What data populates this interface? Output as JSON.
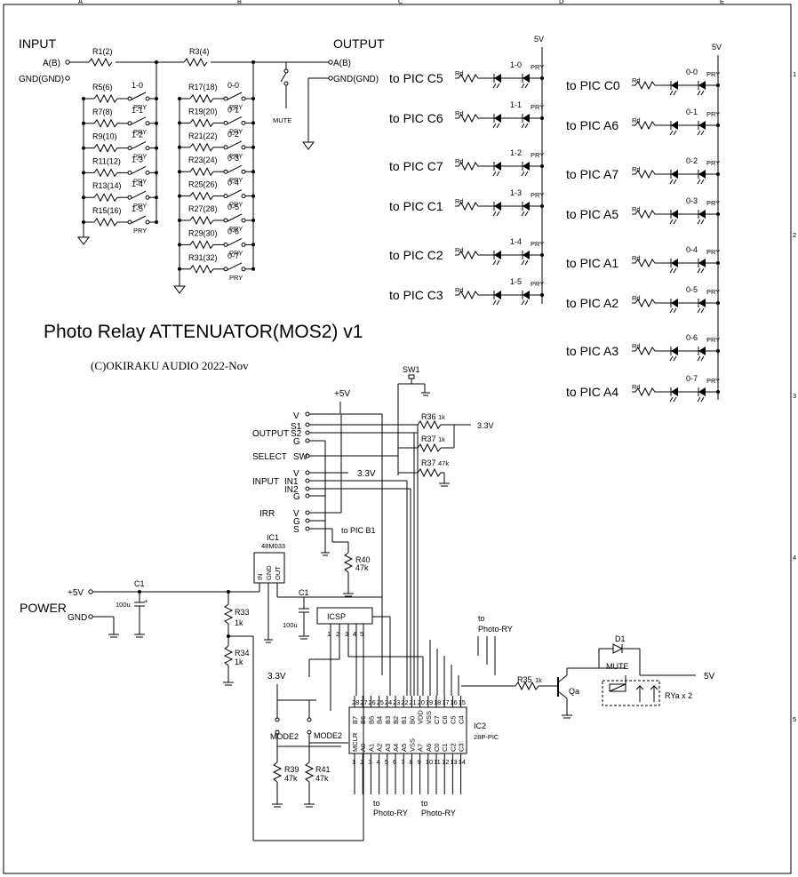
{
  "title": "Photo Relay ATTENUATOR(MOS2)  v1",
  "copyright": "(C)OKIRAKU AUDIO 2022-Nov",
  "border": {
    "cols": [
      "A",
      "B",
      "C",
      "D",
      "E"
    ],
    "rows": [
      "1",
      "2",
      "3",
      "4",
      "5"
    ]
  },
  "attenuator": {
    "input_label": "INPUT",
    "output_label": "OUTPUT",
    "ab": "A(B)",
    "gnd": "GND(GND)",
    "r_series": [
      "R1(2)",
      "R3(4)"
    ],
    "mute": "MUTE",
    "pry": "PRY",
    "stage1": [
      {
        "r": "R5(6)",
        "sw": "1-0"
      },
      {
        "r": "R7(8)",
        "sw": "1-1"
      },
      {
        "r": "R9(10)",
        "sw": "1-2"
      },
      {
        "r": "R11(12)",
        "sw": "1-3"
      },
      {
        "r": "R13(14)",
        "sw": "1-4"
      },
      {
        "r": "R15(16)",
        "sw": "1-5"
      }
    ],
    "stage2": [
      {
        "r": "R17(18)",
        "sw": "0-0"
      },
      {
        "r": "R19(20)",
        "sw": "0-1"
      },
      {
        "r": "R21(22)",
        "sw": "0-2"
      },
      {
        "r": "R23(24)",
        "sw": "0-3"
      },
      {
        "r": "R25(26)",
        "sw": "0-4"
      },
      {
        "r": "R27(28)",
        "sw": "0-5"
      },
      {
        "r": "R29(30)",
        "sw": "0-6"
      },
      {
        "r": "R31(32)",
        "sw": "0-7"
      }
    ]
  },
  "leds": {
    "v5": "5V",
    "rd": "Rd",
    "pry": "PRY",
    "left": [
      {
        "pic": "to PIC C5",
        "sw": "1-0"
      },
      {
        "pic": "to PIC C6",
        "sw": "1-1"
      },
      {
        "pic": "to PIC C7",
        "sw": "1-2"
      },
      {
        "pic": "to PIC C1",
        "sw": "1-3"
      },
      {
        "pic": "to PIC C2",
        "sw": "1-4"
      },
      {
        "pic": "to PIC C3",
        "sw": "1-5"
      }
    ],
    "right": [
      {
        "pic": "to PIC C0",
        "sw": "0-0"
      },
      {
        "pic": "to PIC A6",
        "sw": "0-1"
      },
      {
        "pic": "to PIC A7",
        "sw": "0-2"
      },
      {
        "pic": "to PIC A5",
        "sw": "0-3"
      },
      {
        "pic": "to PIC A1",
        "sw": "0-4"
      },
      {
        "pic": "to PIC A2",
        "sw": "0-5"
      },
      {
        "pic": "to PIC A3",
        "sw": "0-6"
      },
      {
        "pic": "to PIC A4",
        "sw": "0-7"
      }
    ]
  },
  "control": {
    "v5": "+5V",
    "v33": "3.3V",
    "sw1": "SW1",
    "r36": "R36",
    "r36v": "1k",
    "r37a": "R37",
    "r37av": "1k",
    "r37b": "R37",
    "r37bv": "47k",
    "output_label": "OUTPUT",
    "select_label": "SELECT",
    "input_label": "INPUT",
    "irr_label": "IRR",
    "pins_out": [
      "V",
      "S1",
      "S2",
      "G"
    ],
    "pin_sw": "SW",
    "pins_in": [
      "V",
      "IN1",
      "IN2",
      "G"
    ],
    "pins_irr": [
      "V",
      "G",
      "S"
    ],
    "to_pic_b1": "to PIC B1",
    "r40": "R40",
    "r40v": "47k",
    "ic1": "IC1",
    "ic1v": "48M033",
    "ic1_pins": [
      "IN",
      "GND",
      "OUT"
    ],
    "power": "POWER",
    "p5v": "+5V",
    "pgnd": "GND",
    "c1": "C1",
    "c1v": "100u",
    "r33": "R33",
    "r33v": "1k",
    "r34": "R34",
    "r34v": "1k",
    "icsp": "ICSP",
    "icsp_pins": [
      "1",
      "2",
      "3",
      "4",
      "5"
    ],
    "to_photo_ry": "to",
    "photo_ry": "Photo-RY",
    "mode1": "MODE2",
    "mode2": "MODE2",
    "r39": "R39",
    "r39v": "47k",
    "r41": "R41",
    "r41v": "47k",
    "ic2": "IC2",
    "ic2v": "28P-PIC",
    "pins_top_num": [
      "28",
      "27",
      "26",
      "25",
      "24",
      "23",
      "22",
      "21",
      "20",
      "19",
      "18",
      "17",
      "16",
      "15"
    ],
    "pins_top_name": [
      "B7",
      "B6",
      "B5",
      "B4",
      "B3",
      "B2",
      "B1",
      "B0",
      "VDD",
      "VSS",
      "C7",
      "C6",
      "C5",
      "C4"
    ],
    "pins_bot_num": [
      "1",
      "2",
      "3",
      "4",
      "5",
      "6",
      "7",
      "8",
      "9",
      "10",
      "11",
      "12",
      "13",
      "14"
    ],
    "pins_bot_name": [
      "MCLR",
      "A0",
      "A1",
      "A2",
      "A3",
      "A4",
      "A5",
      "VSS",
      "A7",
      "A6",
      "C0",
      "C1",
      "C2",
      "C3"
    ],
    "r35": "R35",
    "r35v": "1k",
    "qa": "Qa",
    "d1": "D1",
    "mute": "MUTE",
    "rya": "RYa x 2",
    "v5b": "5V"
  }
}
